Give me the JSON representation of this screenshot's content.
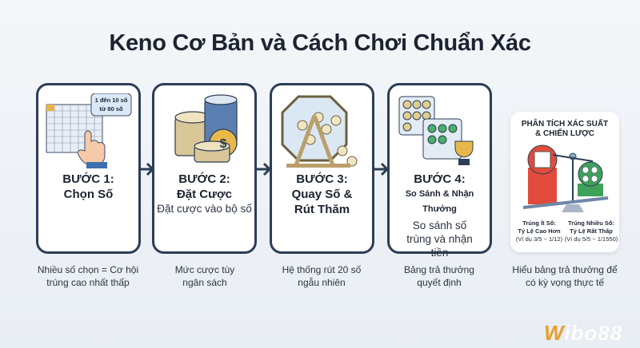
{
  "title": "Keno Cơ Bản và Cách Chơi Chuẩn Xác",
  "steps": [
    {
      "heading": "BƯỚC 1:",
      "name": "Chọn Số",
      "desc": "",
      "bubble": [
        "1 đến 10 số",
        "từ 80 số"
      ],
      "caption": "Nhiều số chọn = Cơ hội trúng cao nhất thấp",
      "icon": "number-grid-hand-icon"
    },
    {
      "heading": "BƯỚC 2:",
      "name": "Đặt Cược",
      "desc": "Đặt cược vào bộ số",
      "caption": "Mức cược tùy ngân sách",
      "icon": "chips-coin-icon"
    },
    {
      "heading": "BƯỚC 3:",
      "name": "Quay Số & Rút Thăm",
      "desc": "",
      "caption": "Hệ thống rút 20 số ngẫu nhiên",
      "icon": "lottery-drum-icon"
    },
    {
      "heading": "BƯỚC 4:",
      "name": "So Sánh & Nhận Thưởng",
      "desc": "So sánh số trùng và nhận tiền",
      "caption": "Bảng trả thưởng quyết định",
      "icon": "ticket-trophy-icon"
    }
  ],
  "analysis": {
    "title": "PHÂN TÍCH XÁC SUẤT & CHIẾN LƯỢC",
    "left": {
      "label": "Trúng Ít Số:",
      "odds": "Tỷ Lệ Cao Hơn",
      "example": "(Ví dụ 3/5 ~ 1/12)"
    },
    "right": {
      "label": "Trúng Nhiều Số:",
      "odds": "Tỷ Lệ Rất Thấp",
      "example": "(Ví dụ 5/5 ~ 1/1550)"
    },
    "caption": "Hiểu bảng trả thưởng để có kỳ vọng thực tế",
    "icon": "balance-scale-icon"
  },
  "logo": {
    "first": "W",
    "rest": "ibo88"
  },
  "colors": {
    "border": "#2c3e55",
    "accent_gold": "#e7a02c",
    "red": "#e24b3b",
    "green": "#3fa25a"
  }
}
